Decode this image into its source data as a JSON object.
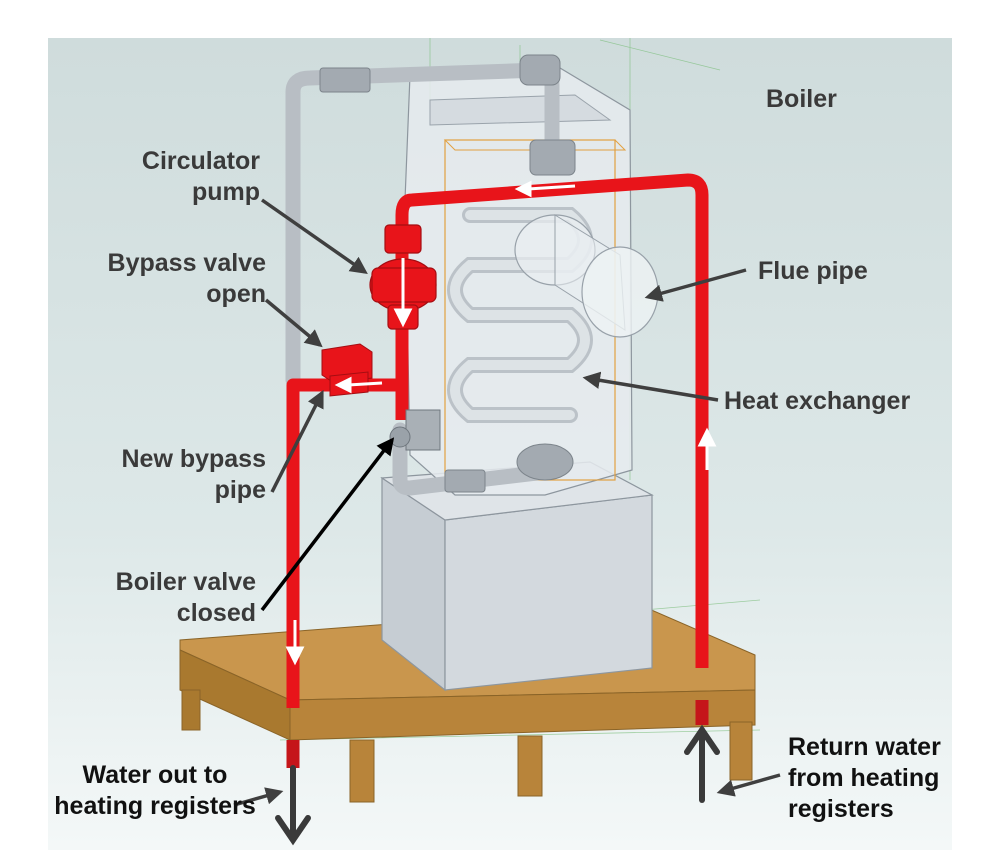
{
  "labels": {
    "boiler": "Boiler",
    "circulator_pump": [
      "Circulator",
      "pump"
    ],
    "bypass_valve_open": [
      "Bypass valve",
      "open"
    ],
    "new_bypass_pipe": [
      "New bypass",
      "pipe"
    ],
    "boiler_valve_closed": [
      "Boiler valve",
      "closed"
    ],
    "flue_pipe": "Flue pipe",
    "heat_exchanger": "Heat exchanger",
    "water_out": [
      "Water out to",
      "heating registers"
    ],
    "return_water": [
      "Return water",
      "from heating",
      "registers"
    ]
  },
  "colors": {
    "hot_pipe": "#e8141a",
    "cold_pipe": "#b8bec4",
    "pallet": "#c9964d",
    "label_text": "#3a3a3a",
    "leader_line": "#3f3f3f"
  }
}
